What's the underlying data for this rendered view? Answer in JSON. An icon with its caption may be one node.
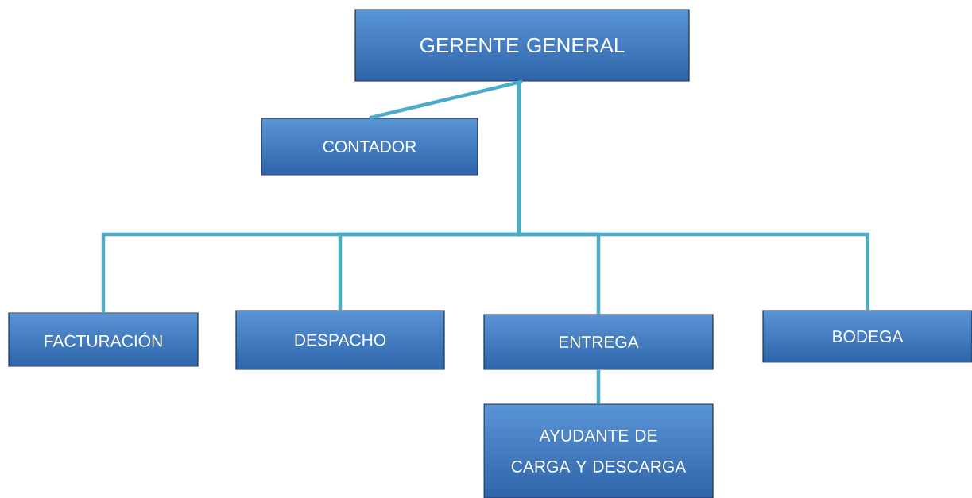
{
  "diagram": {
    "nodes": [
      {
        "text": [
          "GERENTE GENERAL"
        ]
      },
      {
        "text": [
          "CONTADOR"
        ]
      },
      {
        "text": [
          "FACTURACIÓN"
        ]
      },
      {
        "text": [
          "DESPACHO"
        ]
      },
      {
        "text": [
          "ENTREGA"
        ]
      },
      {
        "text": [
          "BODEGA"
        ]
      },
      {
        "text": [
          "AYUDANTE DE CARGA Y DESCARGA"
        ]
      }
    ],
    "edges": [
      {
        "from": 0,
        "to": 1,
        "arrow": "none"
      },
      {
        "from": 0,
        "to": 2,
        "arrow": "none"
      },
      {
        "from": 0,
        "to": 3,
        "arrow": "none"
      },
      {
        "from": 0,
        "to": 4,
        "arrow": "none"
      },
      {
        "from": 0,
        "to": 5,
        "arrow": "none"
      },
      {
        "from": 4,
        "to": 6,
        "arrow": "none"
      }
    ]
  }
}
